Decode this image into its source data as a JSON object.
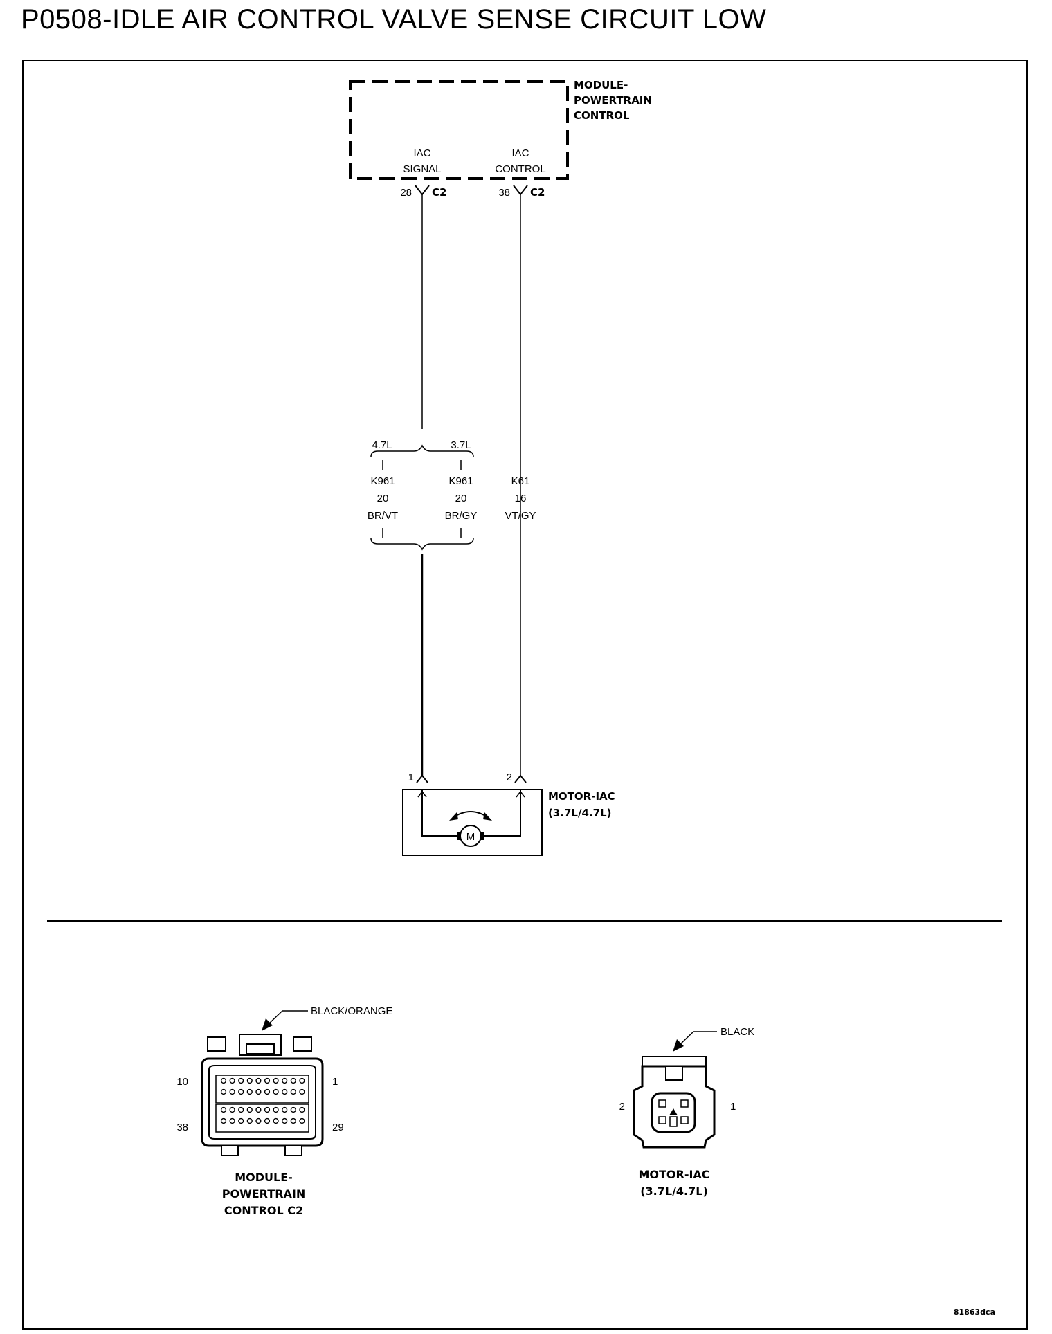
{
  "title": "P0508-IDLE AIR CONTROL VALVE SENSE CIRCUIT LOW",
  "pcm": {
    "name_lines": [
      "MODULE-",
      "POWERTRAIN",
      "CONTROL"
    ],
    "pin_left": {
      "label_lines": [
        "IAC",
        "SIGNAL"
      ],
      "pin": "28",
      "connector": "C2"
    },
    "pin_right": {
      "label_lines": [
        "IAC",
        "CONTROL"
      ],
      "pin": "38",
      "connector": "C2"
    }
  },
  "splice": {
    "left_engine": "4.7L",
    "right_engine": "3.7L"
  },
  "wires": [
    {
      "circuit": "K961",
      "gauge": "20",
      "color": "BR/VT"
    },
    {
      "circuit": "K961",
      "gauge": "20",
      "color": "BR/GY"
    },
    {
      "circuit": "K61",
      "gauge": "16",
      "color": "VT/GY"
    }
  ],
  "motor": {
    "name_lines": [
      "MOTOR-IAC",
      "(3.7L/4.7L)"
    ],
    "pin_left": "1",
    "pin_right": "2",
    "symbol": "M"
  },
  "connector_views": {
    "pcm_c2": {
      "color": "BLACK/ORANGE",
      "pins": {
        "top_left": "10",
        "top_right": "1",
        "bottom_left": "38",
        "bottom_right": "29"
      },
      "name_lines": [
        "MODULE-",
        "POWERTRAIN",
        "CONTROL C2"
      ]
    },
    "iac": {
      "color": "BLACK",
      "pins": {
        "left": "2",
        "right": "1"
      },
      "name_lines": [
        "MOTOR-IAC",
        "(3.7L/4.7L)"
      ]
    }
  },
  "figure_id": "81863dca"
}
